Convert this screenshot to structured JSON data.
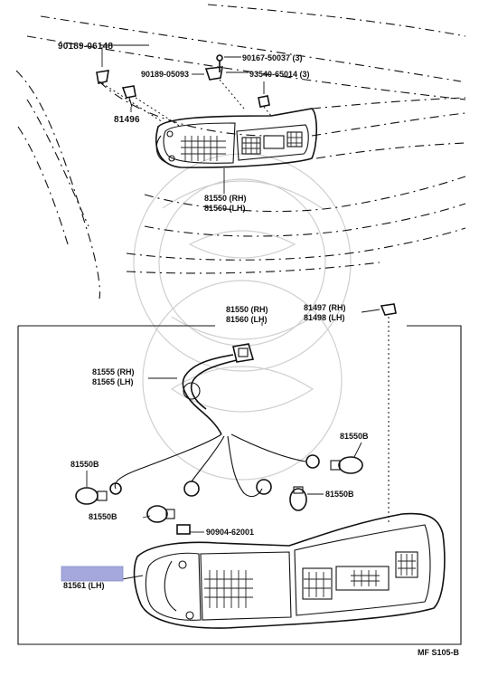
{
  "diagram": {
    "top_assembly": {
      "labels": [
        {
          "id": "pn-90189-06148",
          "text": "90189-06148"
        },
        {
          "id": "pn-90167-50037",
          "text": "90167-50037 (3)"
        },
        {
          "id": "pn-90189-05093",
          "text": "90189-05093"
        },
        {
          "id": "pn-93540-65014",
          "text": "93540-65014 (3)"
        },
        {
          "id": "pn-81496",
          "text": "81496"
        },
        {
          "id": "pn-81550-rh-top",
          "text": "81550 (RH)"
        },
        {
          "id": "pn-81560-lh-top",
          "text": "81560 (LH)"
        }
      ]
    },
    "exploded_view": {
      "labels": [
        {
          "id": "pn-81550-rh-box",
          "text": "81550 (RH)"
        },
        {
          "id": "pn-81560-lh-box",
          "text": "81560 (LH)"
        },
        {
          "id": "pn-81497-rh",
          "text": "81497 (RH)"
        },
        {
          "id": "pn-81498-lh",
          "text": "81498 (LH)"
        },
        {
          "id": "pn-81555-rh",
          "text": "81555 (RH)"
        },
        {
          "id": "pn-81565-lh",
          "text": "81565 (LH)"
        },
        {
          "id": "pn-81550b-right",
          "text": "81550B"
        },
        {
          "id": "pn-81550b-left",
          "text": "81550B"
        },
        {
          "id": "pn-81550b-mid",
          "text": "81550B"
        },
        {
          "id": "pn-81550b-bottom",
          "text": "81550B"
        },
        {
          "id": "pn-90904-62001",
          "text": "90904-62001"
        },
        {
          "id": "pn-81561-lh",
          "text": "81561 (LH)"
        }
      ]
    },
    "figure_code": "MF S105-B",
    "highlight_color": "#a4a8dc"
  }
}
